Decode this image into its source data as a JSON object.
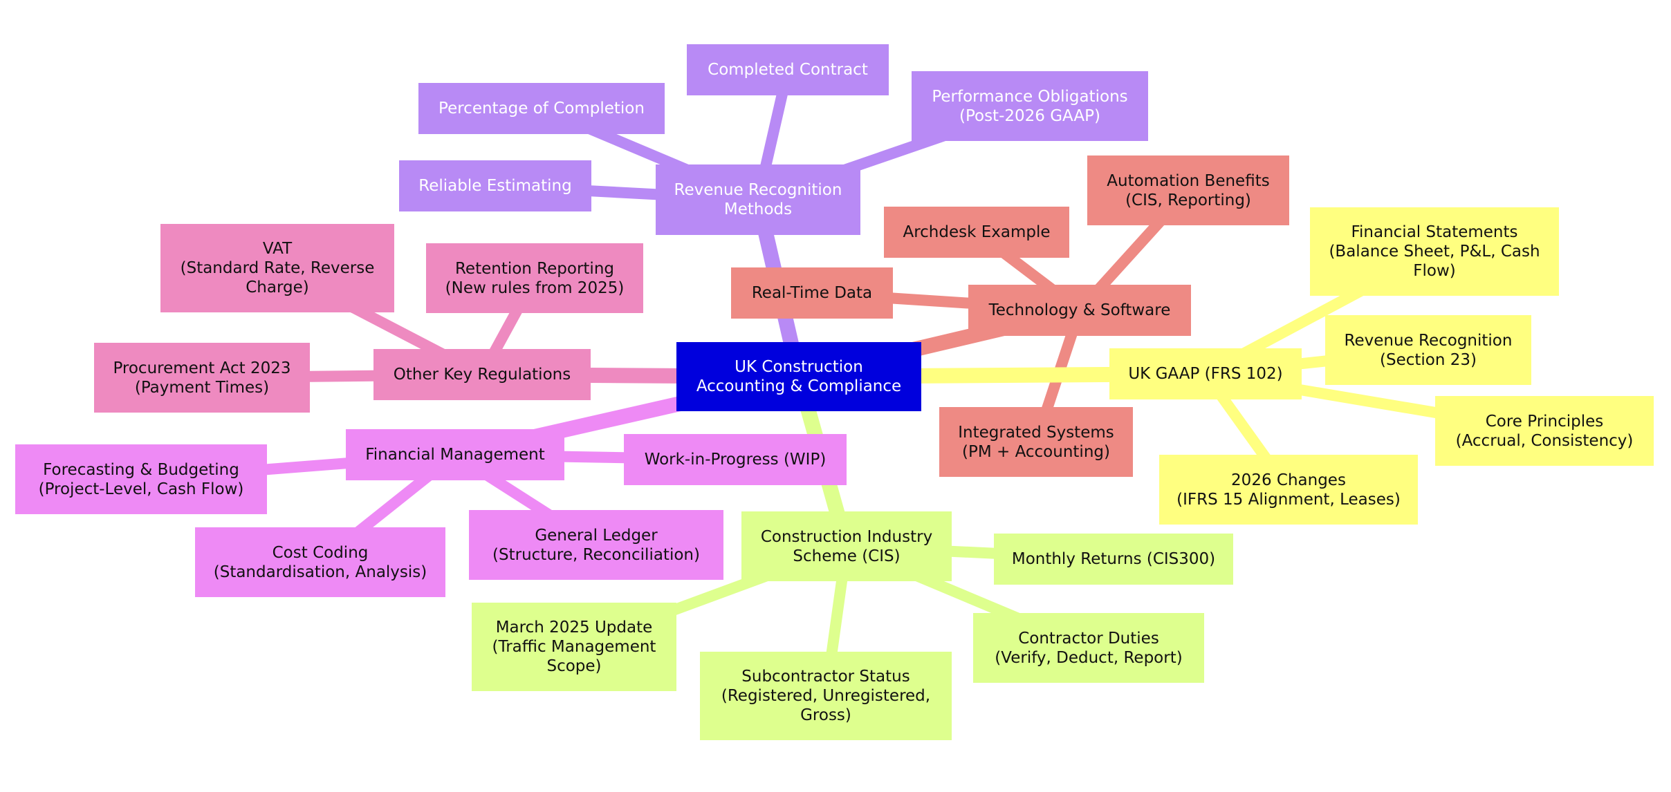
{
  "colors": {
    "root": "#0000dd",
    "revenue": "#b88af5",
    "technology": "#ee8a84",
    "gaap": "#ffff80",
    "cis": "#deff8e",
    "financial": "#ee8af5",
    "regulations": "#ee8ac0"
  },
  "nodes": [
    {
      "id": "root",
      "text": "UK Construction\nAccounting & Compliance",
      "group": "root"
    },
    {
      "id": "rev",
      "text": "Revenue Recognition\nMethods",
      "group": "revenue"
    },
    {
      "id": "rev-completed",
      "text": "Completed Contract",
      "group": "revenue"
    },
    {
      "id": "rev-percentage",
      "text": "Percentage of Completion",
      "group": "revenue"
    },
    {
      "id": "rev-performance",
      "text": "Performance Obligations\n(Post-2026 GAAP)",
      "group": "revenue"
    },
    {
      "id": "rev-reliable",
      "text": "Reliable Estimating",
      "group": "revenue"
    },
    {
      "id": "tech",
      "text": "Technology & Software",
      "group": "technology"
    },
    {
      "id": "tech-automation",
      "text": "Automation Benefits\n(CIS, Reporting)",
      "group": "technology"
    },
    {
      "id": "tech-archdesk",
      "text": "Archdesk Example",
      "group": "technology"
    },
    {
      "id": "tech-realtime",
      "text": "Real-Time Data",
      "group": "technology"
    },
    {
      "id": "tech-integrated",
      "text": "Integrated Systems\n(PM + Accounting)",
      "group": "technology"
    },
    {
      "id": "gaap",
      "text": "UK GAAP (FRS 102)",
      "group": "gaap"
    },
    {
      "id": "gaap-statements",
      "text": "Financial Statements\n(Balance Sheet, P&L, Cash\nFlow)",
      "group": "gaap"
    },
    {
      "id": "gaap-revenue",
      "text": "Revenue Recognition\n(Section 23)",
      "group": "gaap"
    },
    {
      "id": "gaap-core",
      "text": "Core Principles\n(Accrual, Consistency)",
      "group": "gaap"
    },
    {
      "id": "gaap-2026",
      "text": "2026 Changes\n(IFRS 15 Alignment, Leases)",
      "group": "gaap"
    },
    {
      "id": "cis",
      "text": "Construction Industry\nScheme (CIS)",
      "group": "cis"
    },
    {
      "id": "cis-monthly",
      "text": "Monthly Returns (CIS300)",
      "group": "cis"
    },
    {
      "id": "cis-contractor",
      "text": "Contractor Duties\n(Verify, Deduct, Report)",
      "group": "cis"
    },
    {
      "id": "cis-subcontractor",
      "text": "Subcontractor Status\n(Registered, Unregistered,\nGross)",
      "group": "cis"
    },
    {
      "id": "cis-march",
      "text": "March 2025 Update\n(Traffic Management\nScope)",
      "group": "cis"
    },
    {
      "id": "fin",
      "text": "Financial Management",
      "group": "financial"
    },
    {
      "id": "fin-wip",
      "text": "Work-in-Progress (WIP)",
      "group": "financial"
    },
    {
      "id": "fin-forecast",
      "text": "Forecasting & Budgeting\n(Project-Level, Cash Flow)",
      "group": "financial"
    },
    {
      "id": "fin-ledger",
      "text": "General Ledger\n(Structure, Reconciliation)",
      "group": "financial"
    },
    {
      "id": "fin-cost",
      "text": "Cost Coding\n(Standardisation, Analysis)",
      "group": "financial"
    },
    {
      "id": "reg",
      "text": "Other Key Regulations",
      "group": "regulations"
    },
    {
      "id": "reg-vat",
      "text": "VAT\n(Standard Rate, Reverse\nCharge)",
      "group": "regulations"
    },
    {
      "id": "reg-retention",
      "text": "Retention Reporting\n(New rules from 2025)",
      "group": "regulations"
    },
    {
      "id": "reg-procurement",
      "text": "Procurement Act 2023\n(Payment Times)",
      "group": "regulations"
    }
  ],
  "edges": [
    {
      "from": "root",
      "to": "rev"
    },
    {
      "from": "rev",
      "to": "rev-completed"
    },
    {
      "from": "rev",
      "to": "rev-percentage"
    },
    {
      "from": "rev",
      "to": "rev-performance"
    },
    {
      "from": "rev",
      "to": "rev-reliable"
    },
    {
      "from": "root",
      "to": "tech"
    },
    {
      "from": "tech",
      "to": "tech-automation"
    },
    {
      "from": "tech",
      "to": "tech-archdesk"
    },
    {
      "from": "tech",
      "to": "tech-realtime"
    },
    {
      "from": "tech",
      "to": "tech-integrated"
    },
    {
      "from": "root",
      "to": "gaap"
    },
    {
      "from": "gaap",
      "to": "gaap-statements"
    },
    {
      "from": "gaap",
      "to": "gaap-revenue"
    },
    {
      "from": "gaap",
      "to": "gaap-core"
    },
    {
      "from": "gaap",
      "to": "gaap-2026"
    },
    {
      "from": "root",
      "to": "cis"
    },
    {
      "from": "cis",
      "to": "cis-monthly"
    },
    {
      "from": "cis",
      "to": "cis-contractor"
    },
    {
      "from": "cis",
      "to": "cis-subcontractor"
    },
    {
      "from": "cis",
      "to": "cis-march"
    },
    {
      "from": "root",
      "to": "fin"
    },
    {
      "from": "fin",
      "to": "fin-wip"
    },
    {
      "from": "fin",
      "to": "fin-forecast"
    },
    {
      "from": "fin",
      "to": "fin-ledger"
    },
    {
      "from": "fin",
      "to": "fin-cost"
    },
    {
      "from": "root",
      "to": "reg"
    },
    {
      "from": "reg",
      "to": "reg-vat"
    },
    {
      "from": "reg",
      "to": "reg-retention"
    },
    {
      "from": "reg",
      "to": "reg-procurement"
    }
  ]
}
